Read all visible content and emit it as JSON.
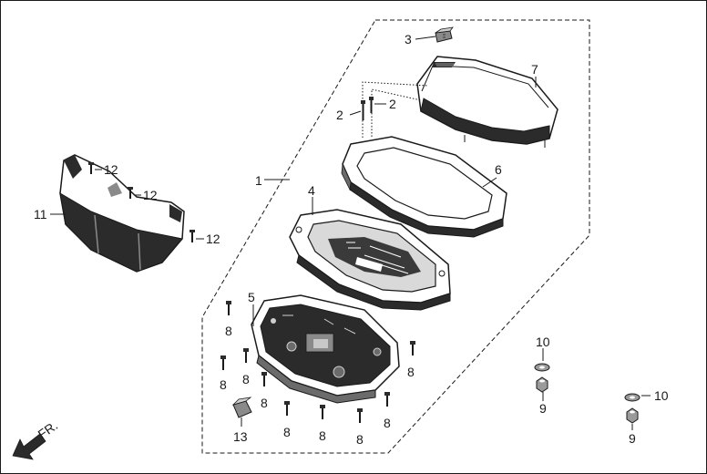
{
  "diagram": {
    "direction_label": "FR.",
    "callouts": {
      "c1": "1",
      "c2a": "2",
      "c2b": "2",
      "c3": "3",
      "c4": "4",
      "c5": "5",
      "c6": "6",
      "c7": "7",
      "c8a": "8",
      "c8b": "8",
      "c8c": "8",
      "c8d": "8",
      "c8e": "8",
      "c8f": "8",
      "c8g": "8",
      "c8h": "8",
      "c8i": "8",
      "c9a": "9",
      "c9b": "9",
      "c10a": "10",
      "c10b": "10",
      "c11": "11",
      "c12a": "12",
      "c12b": "12",
      "c12c": "12",
      "c13": "13"
    },
    "colors": {
      "line": "#1a1a1a",
      "part_dark": "#2b2b2b",
      "part_mid": "#6b6b6b",
      "part_light": "#d9d9d9",
      "background": "#ffffff"
    }
  }
}
